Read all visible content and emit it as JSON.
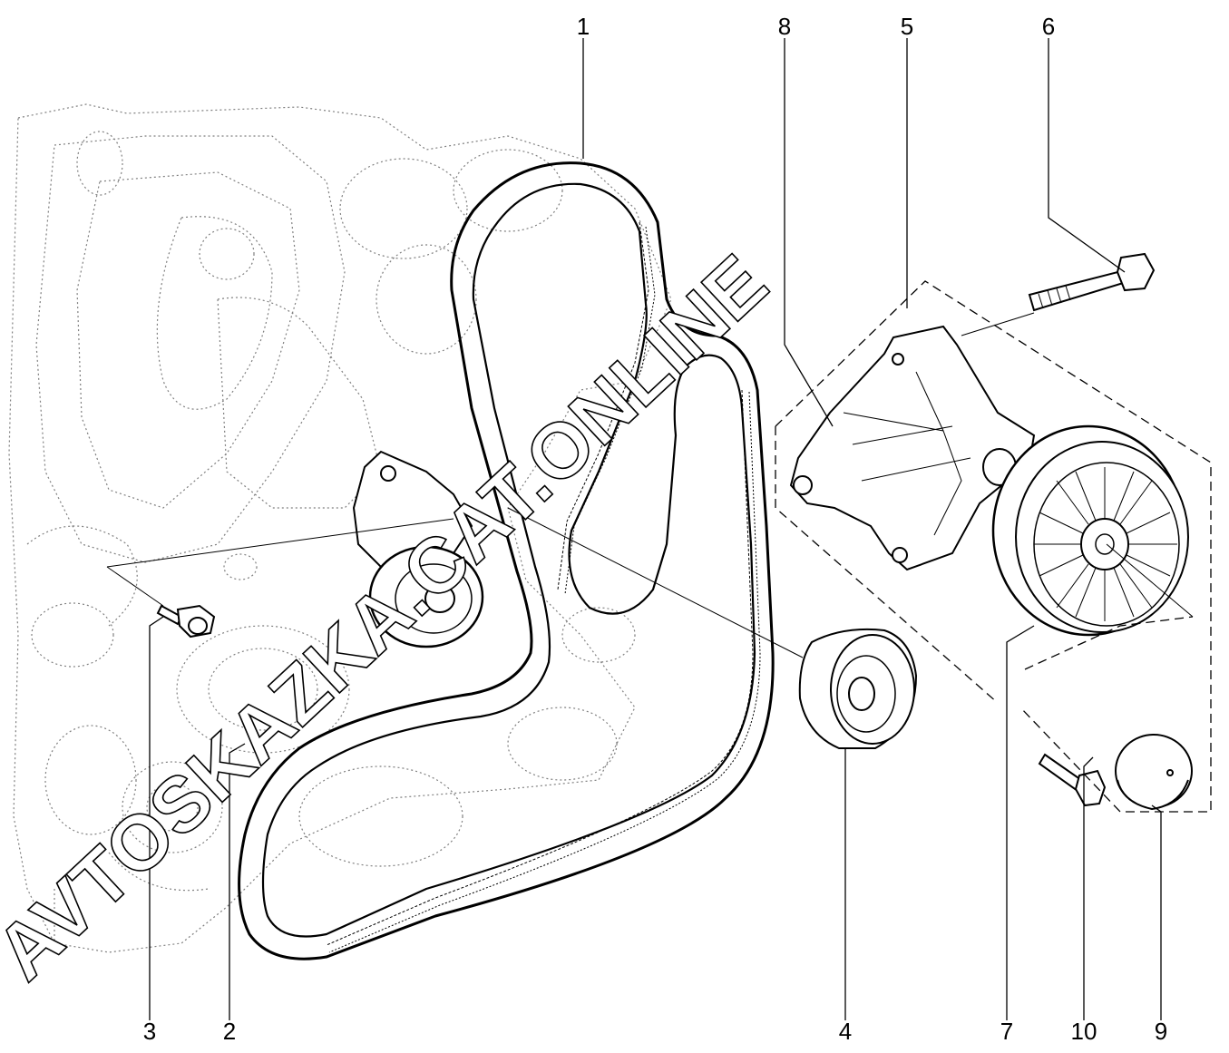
{
  "diagram": {
    "callouts": {
      "c1": "1",
      "c2": "2",
      "c3": "3",
      "c4": "4",
      "c5": "5",
      "c6": "6",
      "c7": "7",
      "c8": "8",
      "c9": "9",
      "c10": "10"
    },
    "watermark": "AVTOSKAZKA.CAT.ONLINE"
  }
}
